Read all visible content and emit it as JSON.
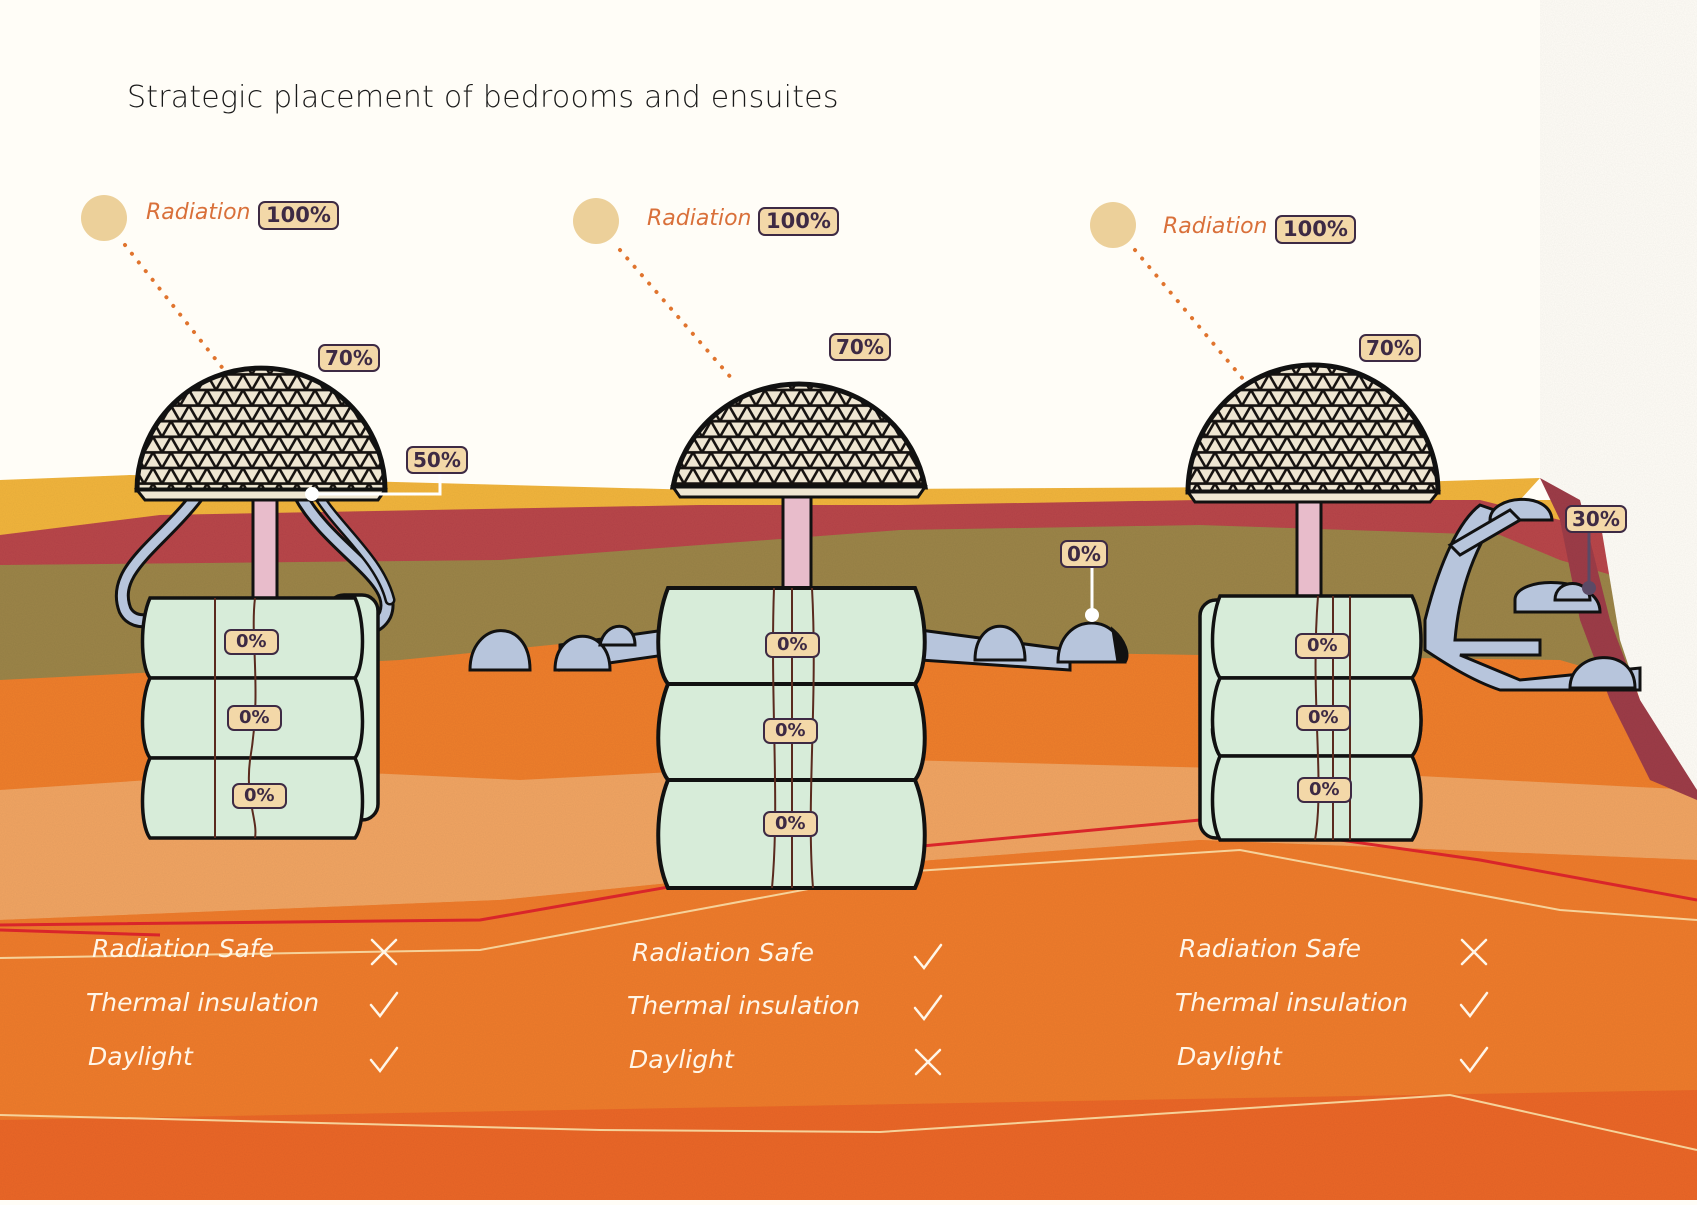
{
  "title": "Strategic placement of bedrooms and ensuites",
  "colors": {
    "sun": "#ecd09a",
    "radiation_text": "#d9703a",
    "badge_fill": "#f3d8a8",
    "badge_border": "#3d2a44",
    "ground_top_yellow": "#f2b53c",
    "ground_red": "#b9464c",
    "ground_khaki": "#9c8549",
    "ground_orange": "#ef7f2e",
    "ground_light_orange": "#f1a563",
    "ground_deep_orange": "#ec6b28",
    "module_fill": "#d7ecd9",
    "shaft_fill": "#e8bccb",
    "pod_fill": "#b7c5dc"
  },
  "scenarios": [
    {
      "id": "left",
      "radiation_label": "Radiation",
      "radiation_value": "100%",
      "dome_value": "70%",
      "extra_label": "50%",
      "module_values": [
        "0%",
        "0%",
        "0%"
      ],
      "criteria": [
        {
          "label": "Radiation Safe",
          "status": "cross"
        },
        {
          "label": "Thermal insulation",
          "status": "check"
        },
        {
          "label": "Daylight",
          "status": "check"
        }
      ]
    },
    {
      "id": "center",
      "radiation_label": "Radiation",
      "radiation_value": "100%",
      "dome_value": "70%",
      "extra_label": "0%",
      "module_values": [
        "0%",
        "0%",
        "0%"
      ],
      "criteria": [
        {
          "label": "Radiation Safe",
          "status": "check"
        },
        {
          "label": "Thermal insulation",
          "status": "check"
        },
        {
          "label": "Daylight",
          "status": "cross"
        }
      ]
    },
    {
      "id": "right",
      "radiation_label": "Radiation",
      "radiation_value": "100%",
      "dome_value": "70%",
      "extra_label": "30%",
      "module_values": [
        "0%",
        "0%",
        "0%"
      ],
      "criteria": [
        {
          "label": "Radiation Safe",
          "status": "cross"
        },
        {
          "label": "Thermal insulation",
          "status": "check"
        },
        {
          "label": "Daylight",
          "status": "check"
        }
      ]
    }
  ]
}
